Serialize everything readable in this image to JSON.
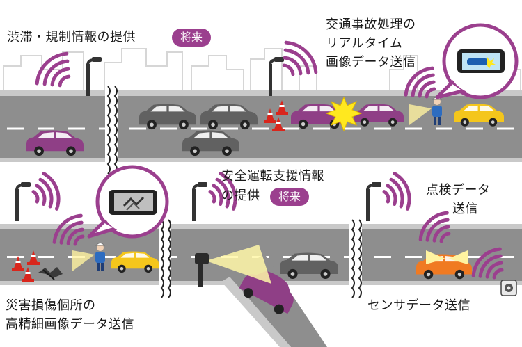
{
  "labels": {
    "congestion_info": "渋滞・規制情報の提供",
    "congestion_badge": "将来",
    "accident_line1": "交通事故処理の",
    "accident_line2": "リアルタイム",
    "accident_line3": "画像データ送信",
    "safety_line1": "安全運転支援情報",
    "safety_line2": "の提供",
    "safety_badge": "将来",
    "inspection_line1": "点検データ",
    "inspection_line2": "送信",
    "disaster_line1": "災害損傷個所の",
    "disaster_line2": "高精細画像データ送信",
    "sensor": "センサデータ送信"
  },
  "colors": {
    "accent": "#9b3f8e",
    "road": "#8e8e8e",
    "road_edge": "#c9c9c9",
    "car_gray": "#616161",
    "car_purple": "#8f3f86",
    "car_orange": "#f07a22",
    "car_yellow": "#f4c61c",
    "cone": "#d9261c",
    "skyline": "#d6d6d6"
  }
}
